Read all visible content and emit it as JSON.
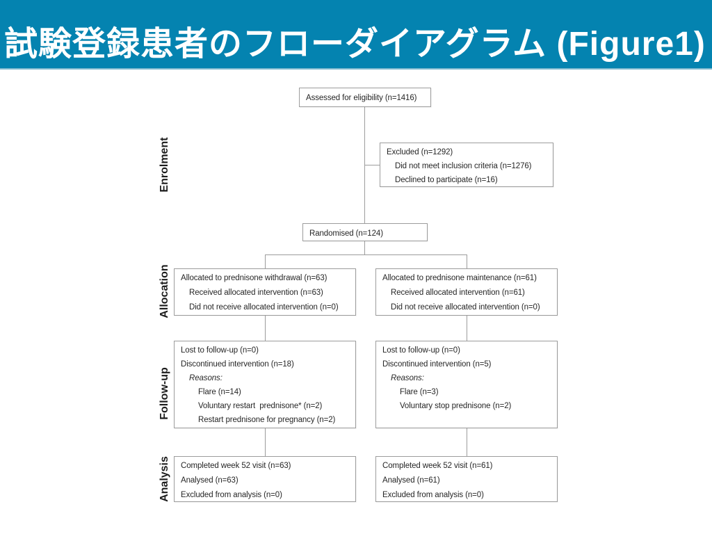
{
  "title": "試験登録患者のフローダイアグラム (Figure1)",
  "colors": {
    "banner": "#0483b0",
    "box_border": "#9c9c9c",
    "line": "#9c9c9c",
    "text": "#262626",
    "title": "#ffffff",
    "background": "#ffffff"
  },
  "stages": [
    "Enrolment",
    "Allocation",
    "Follow-up",
    "Analysis"
  ],
  "boxes": {
    "assessed": {
      "lines": [
        {
          "text": "Assessed for eligibility (n=1416)"
        }
      ]
    },
    "excluded": {
      "lines": [
        {
          "text": "Excluded (n=1292)"
        },
        {
          "text": "Did not meet inclusion criteria (n=1276)"
        },
        {
          "text": "Declined to participate (n=16)"
        }
      ]
    },
    "randomised": {
      "lines": [
        {
          "text": "Randomised (n=124)"
        }
      ]
    },
    "allocation_withdrawal": {
      "lines": [
        {
          "text": "Allocated to prednisone withdrawal (n=63)"
        },
        {
          "text": "Received allocated intervention (n=63)"
        },
        {
          "text": "Did not receive allocated intervention (n=0)"
        }
      ]
    },
    "allocation_maintenance": {
      "lines": [
        {
          "text": "Allocated to prednisone maintenance (n=61)"
        },
        {
          "text": "Received allocated intervention (n=61)"
        },
        {
          "text": "Did not receive allocated intervention (n=0)"
        }
      ]
    },
    "followup_withdrawal": {
      "lines": [
        {
          "text": "Lost to follow-up (n=0)"
        },
        {
          "text": "Discontinued intervention (n=18)"
        },
        {
          "text": "Reasons:"
        },
        {
          "text": "Flare (n=14)"
        },
        {
          "text": "Voluntary restart  prednisone* (n=2)"
        },
        {
          "text": "Restart prednisone for pregnancy (n=2)"
        }
      ]
    },
    "followup_maintenance": {
      "lines": [
        {
          "text": "Lost to follow-up (n=0)"
        },
        {
          "text": "Discontinued intervention (n=5)"
        },
        {
          "text": "Reasons:"
        },
        {
          "text": "Flare (n=3)"
        },
        {
          "text": "Voluntary stop prednisone (n=2)"
        }
      ]
    },
    "analysis_withdrawal": {
      "lines": [
        {
          "text": "Completed week 52 visit (n=63)"
        },
        {
          "text": "Analysed (n=63)"
        },
        {
          "text": "Excluded from analysis (n=0)"
        }
      ]
    },
    "analysis_maintenance": {
      "lines": [
        {
          "text": "Completed week 52 visit (n=61)"
        },
        {
          "text": "Analysed (n=61)"
        },
        {
          "text": "Excluded from analysis (n=0)"
        }
      ]
    }
  }
}
